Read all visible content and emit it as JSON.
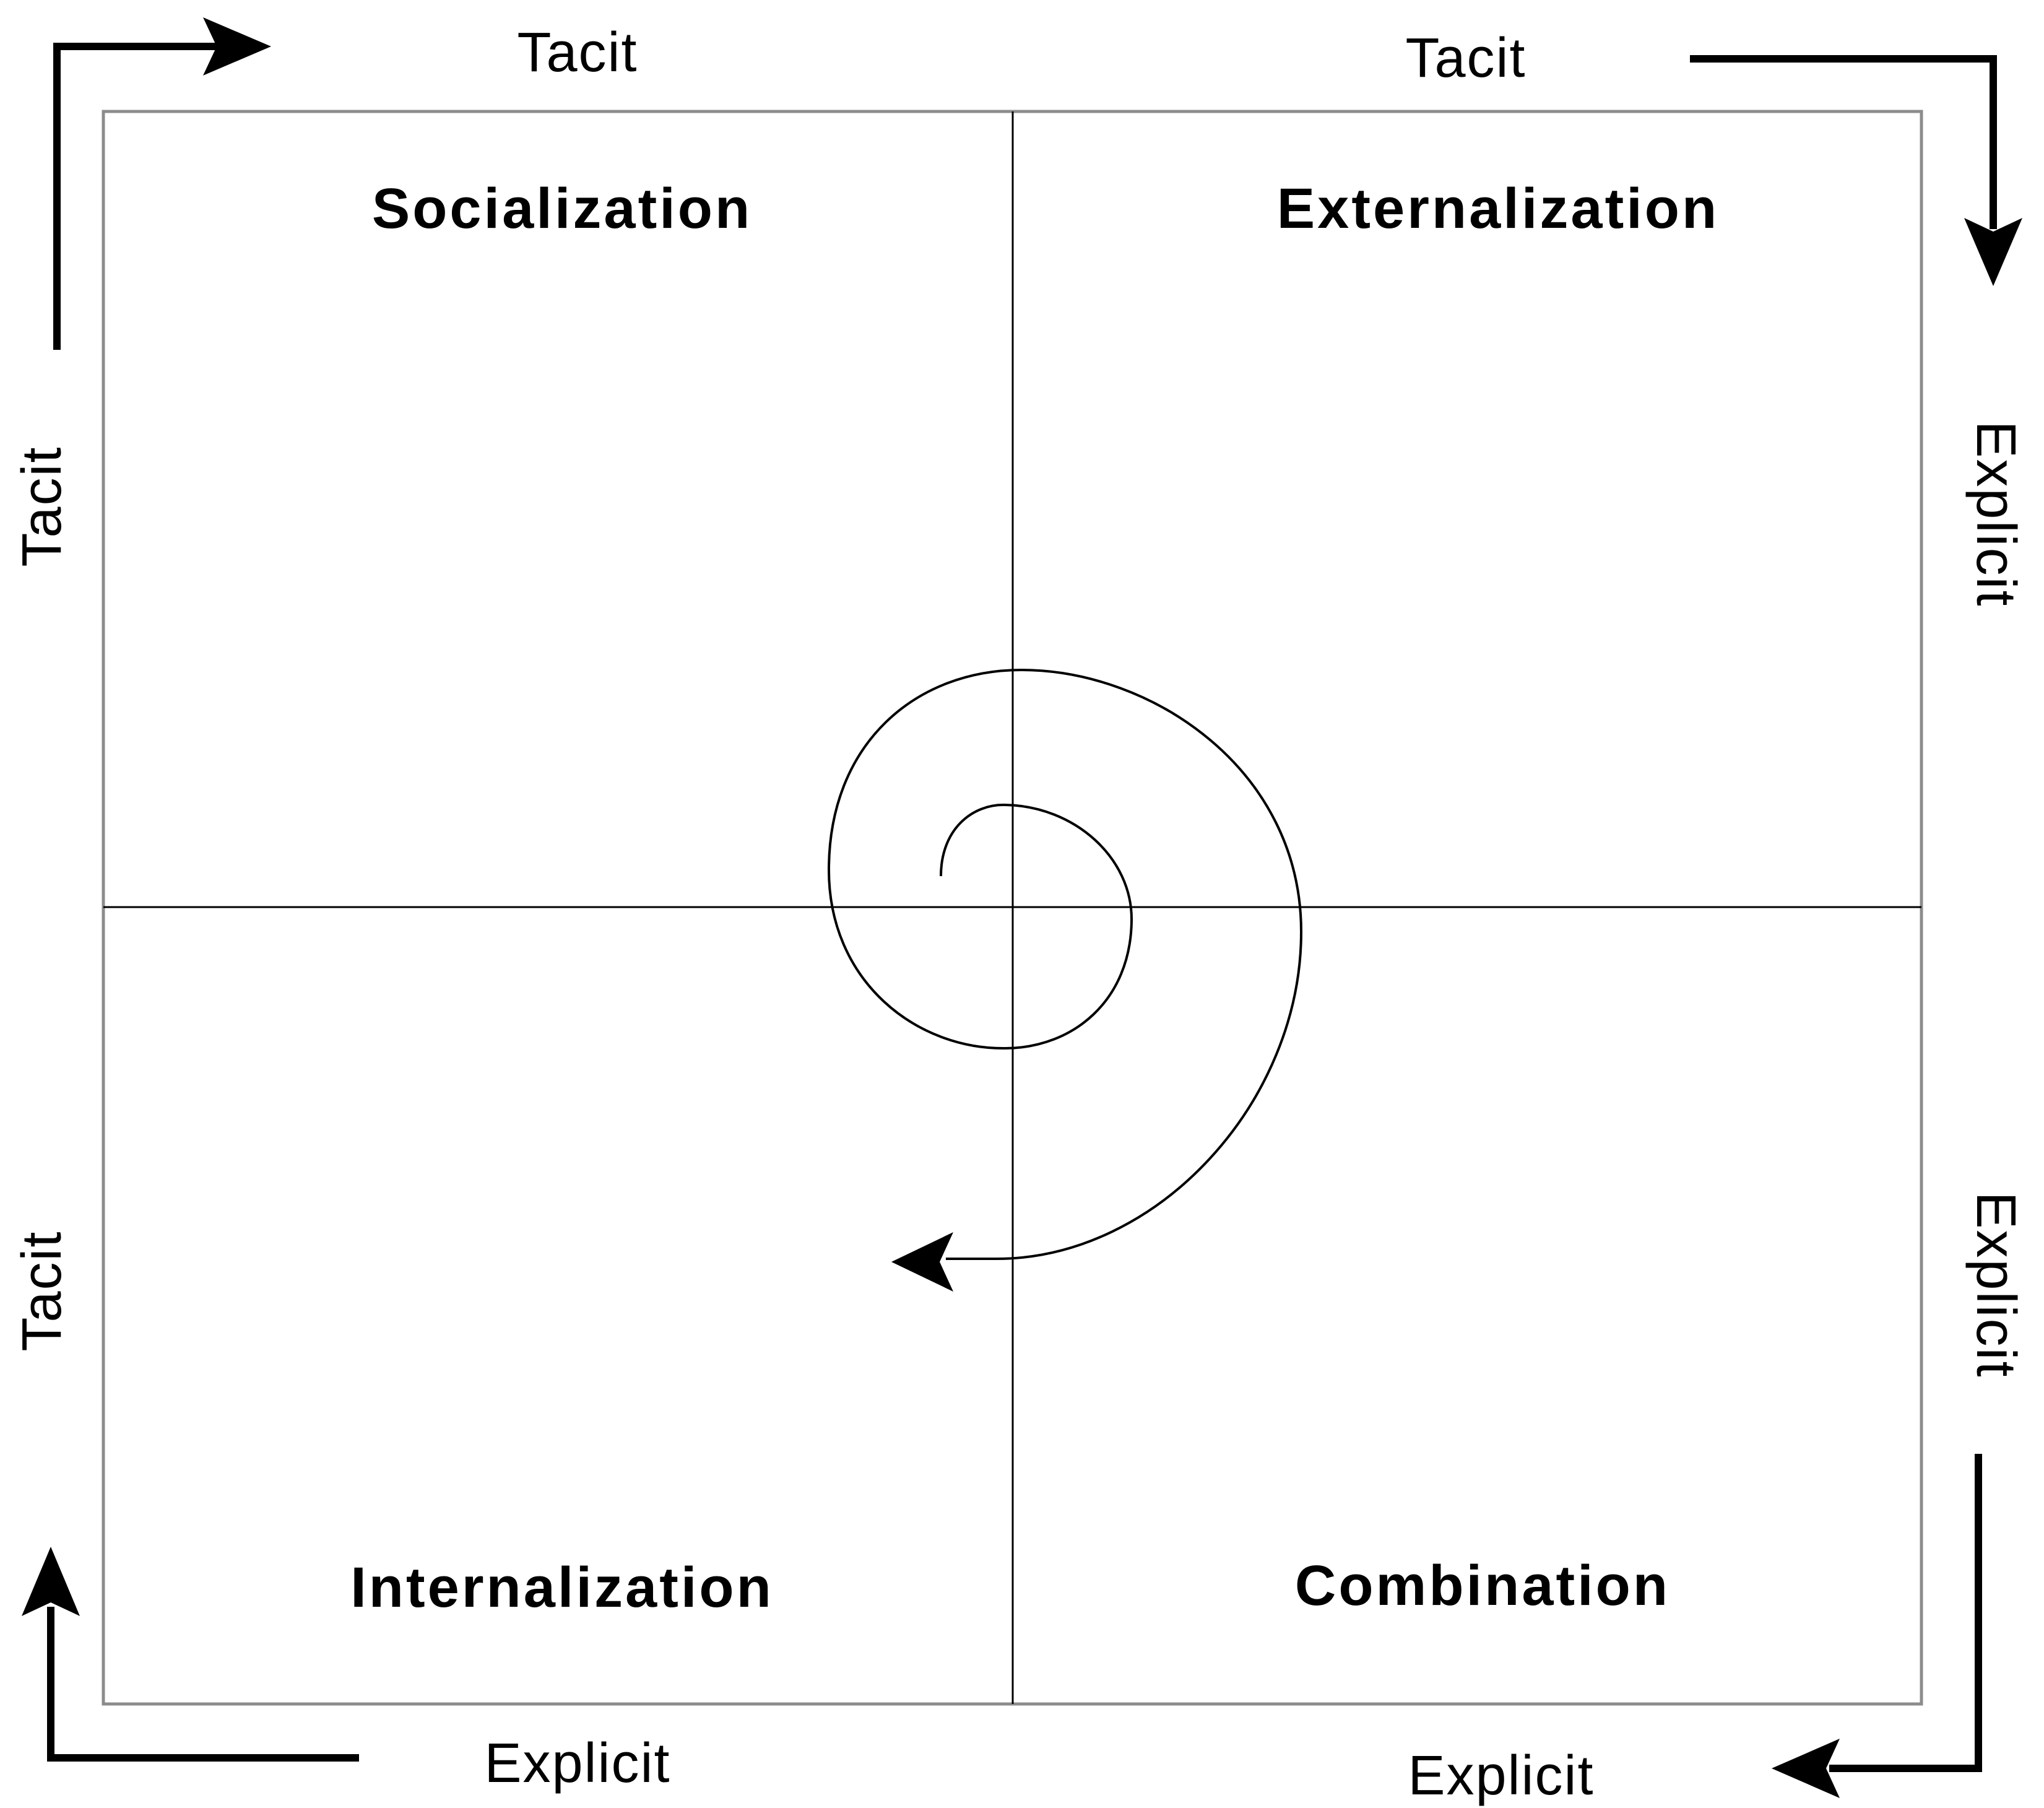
{
  "quadrants": {
    "top_left": "Socialization",
    "top_right": "Externalization",
    "bottom_left": "Internalization",
    "bottom_right": "Combination"
  },
  "axis_labels": {
    "top_left": "Tacit",
    "top_right": "Tacit",
    "left_upper": "Tacit",
    "left_lower": "Tacit",
    "right_upper": "Explicit",
    "right_lower": "Explicit",
    "bottom_left": "Explicit",
    "bottom_right": "Explicit"
  },
  "colors": {
    "line": "#000000",
    "frame": "#8c8c8c",
    "background": "#ffffff"
  }
}
